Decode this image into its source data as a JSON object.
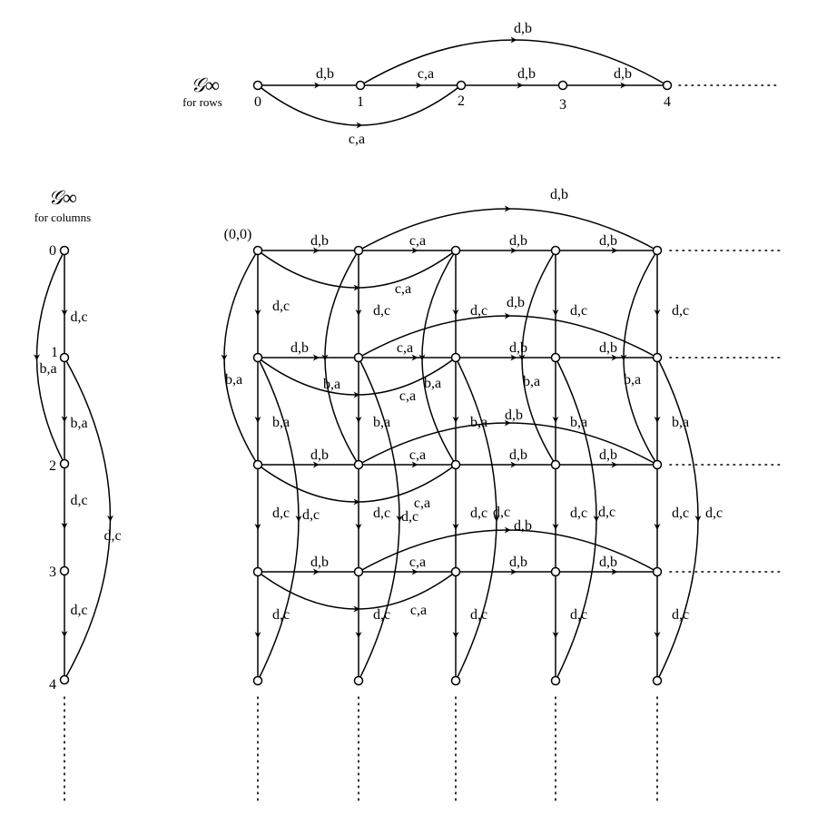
{
  "row_graph": {
    "symbol": "𝒢∞",
    "caption": "for rows",
    "nodes": [
      "0",
      "1",
      "2",
      "3",
      "4"
    ],
    "edges": [
      {
        "from": 0,
        "to": 1,
        "label": "d,b"
      },
      {
        "from": 1,
        "to": 2,
        "label": "c,a"
      },
      {
        "from": 2,
        "to": 3,
        "label": "d,b"
      },
      {
        "from": 3,
        "to": 4,
        "label": "d,b"
      },
      {
        "from": 0,
        "to": 2,
        "label": "c,a"
      },
      {
        "from": 1,
        "to": 4,
        "label": "d,b"
      }
    ]
  },
  "column_graph": {
    "symbol": "𝒢∞",
    "caption": "for columns",
    "nodes": [
      "0",
      "1",
      "2",
      "3",
      "4"
    ],
    "edges": [
      {
        "from": 0,
        "to": 1,
        "label": "d,c"
      },
      {
        "from": 1,
        "to": 2,
        "label": "b,a"
      },
      {
        "from": 2,
        "to": 3,
        "label": "d,c"
      },
      {
        "from": 3,
        "to": 4,
        "label": "d,c"
      },
      {
        "from": 0,
        "to": 2,
        "label": "b,a"
      },
      {
        "from": 1,
        "to": 4,
        "label": "d,c"
      }
    ]
  },
  "product_graph": {
    "origin_label": "(0,0)",
    "columns": 5,
    "rows": 5,
    "row_labels": {
      "short_1": "d,b",
      "short_2": "c,a",
      "short_3": "d,b",
      "short_4": "d,b",
      "skip_02": "c,a",
      "skip_14": "d,b"
    },
    "col_labels": {
      "short_1": "d,c",
      "short_2": "b,a",
      "short_3": "d,c",
      "short_4": "d,c",
      "skip_02": "b,a",
      "skip_14": "d,c"
    }
  }
}
